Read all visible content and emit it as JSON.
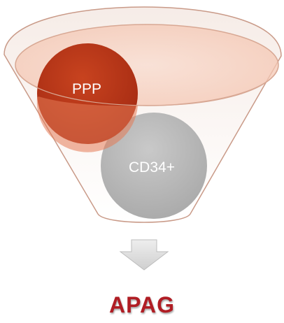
{
  "funnel": {
    "inputs": [
      {
        "label": "PPP",
        "color": "#b9341a"
      },
      {
        "label": "CD34+",
        "color": "#b6b6b6"
      }
    ],
    "output": {
      "label": "APAG",
      "color": "#b01d24"
    }
  },
  "colors": {
    "funnel_rim_fill": "#f7d2c3",
    "funnel_outline": "#c99a88",
    "arrow_fill": "#dcdcdc"
  }
}
